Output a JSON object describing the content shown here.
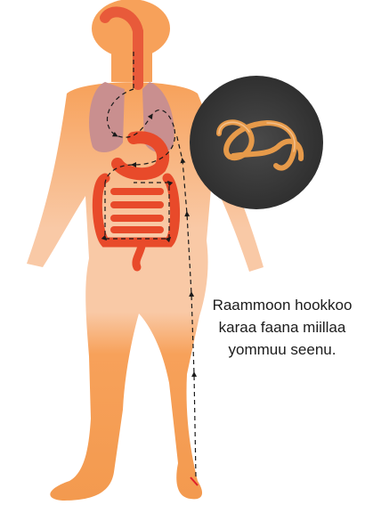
{
  "caption": {
    "lines": [
      "Raammoon hookkoo",
      "karaa faana miillaa",
      "yommuu seenu."
    ]
  },
  "colors": {
    "skin_light": "#f7c79f",
    "skin": "#f7a15a",
    "skin_dark": "#f08a3a",
    "lungs": "#c98a8a",
    "intestine": "#e84a2a",
    "circle_bg": "#3b3b3b",
    "worm": "#e69a4a",
    "arrow": "#1a1a1a"
  },
  "icons": {
    "arrow": "arrow-icon",
    "worm": "worm-icon"
  }
}
